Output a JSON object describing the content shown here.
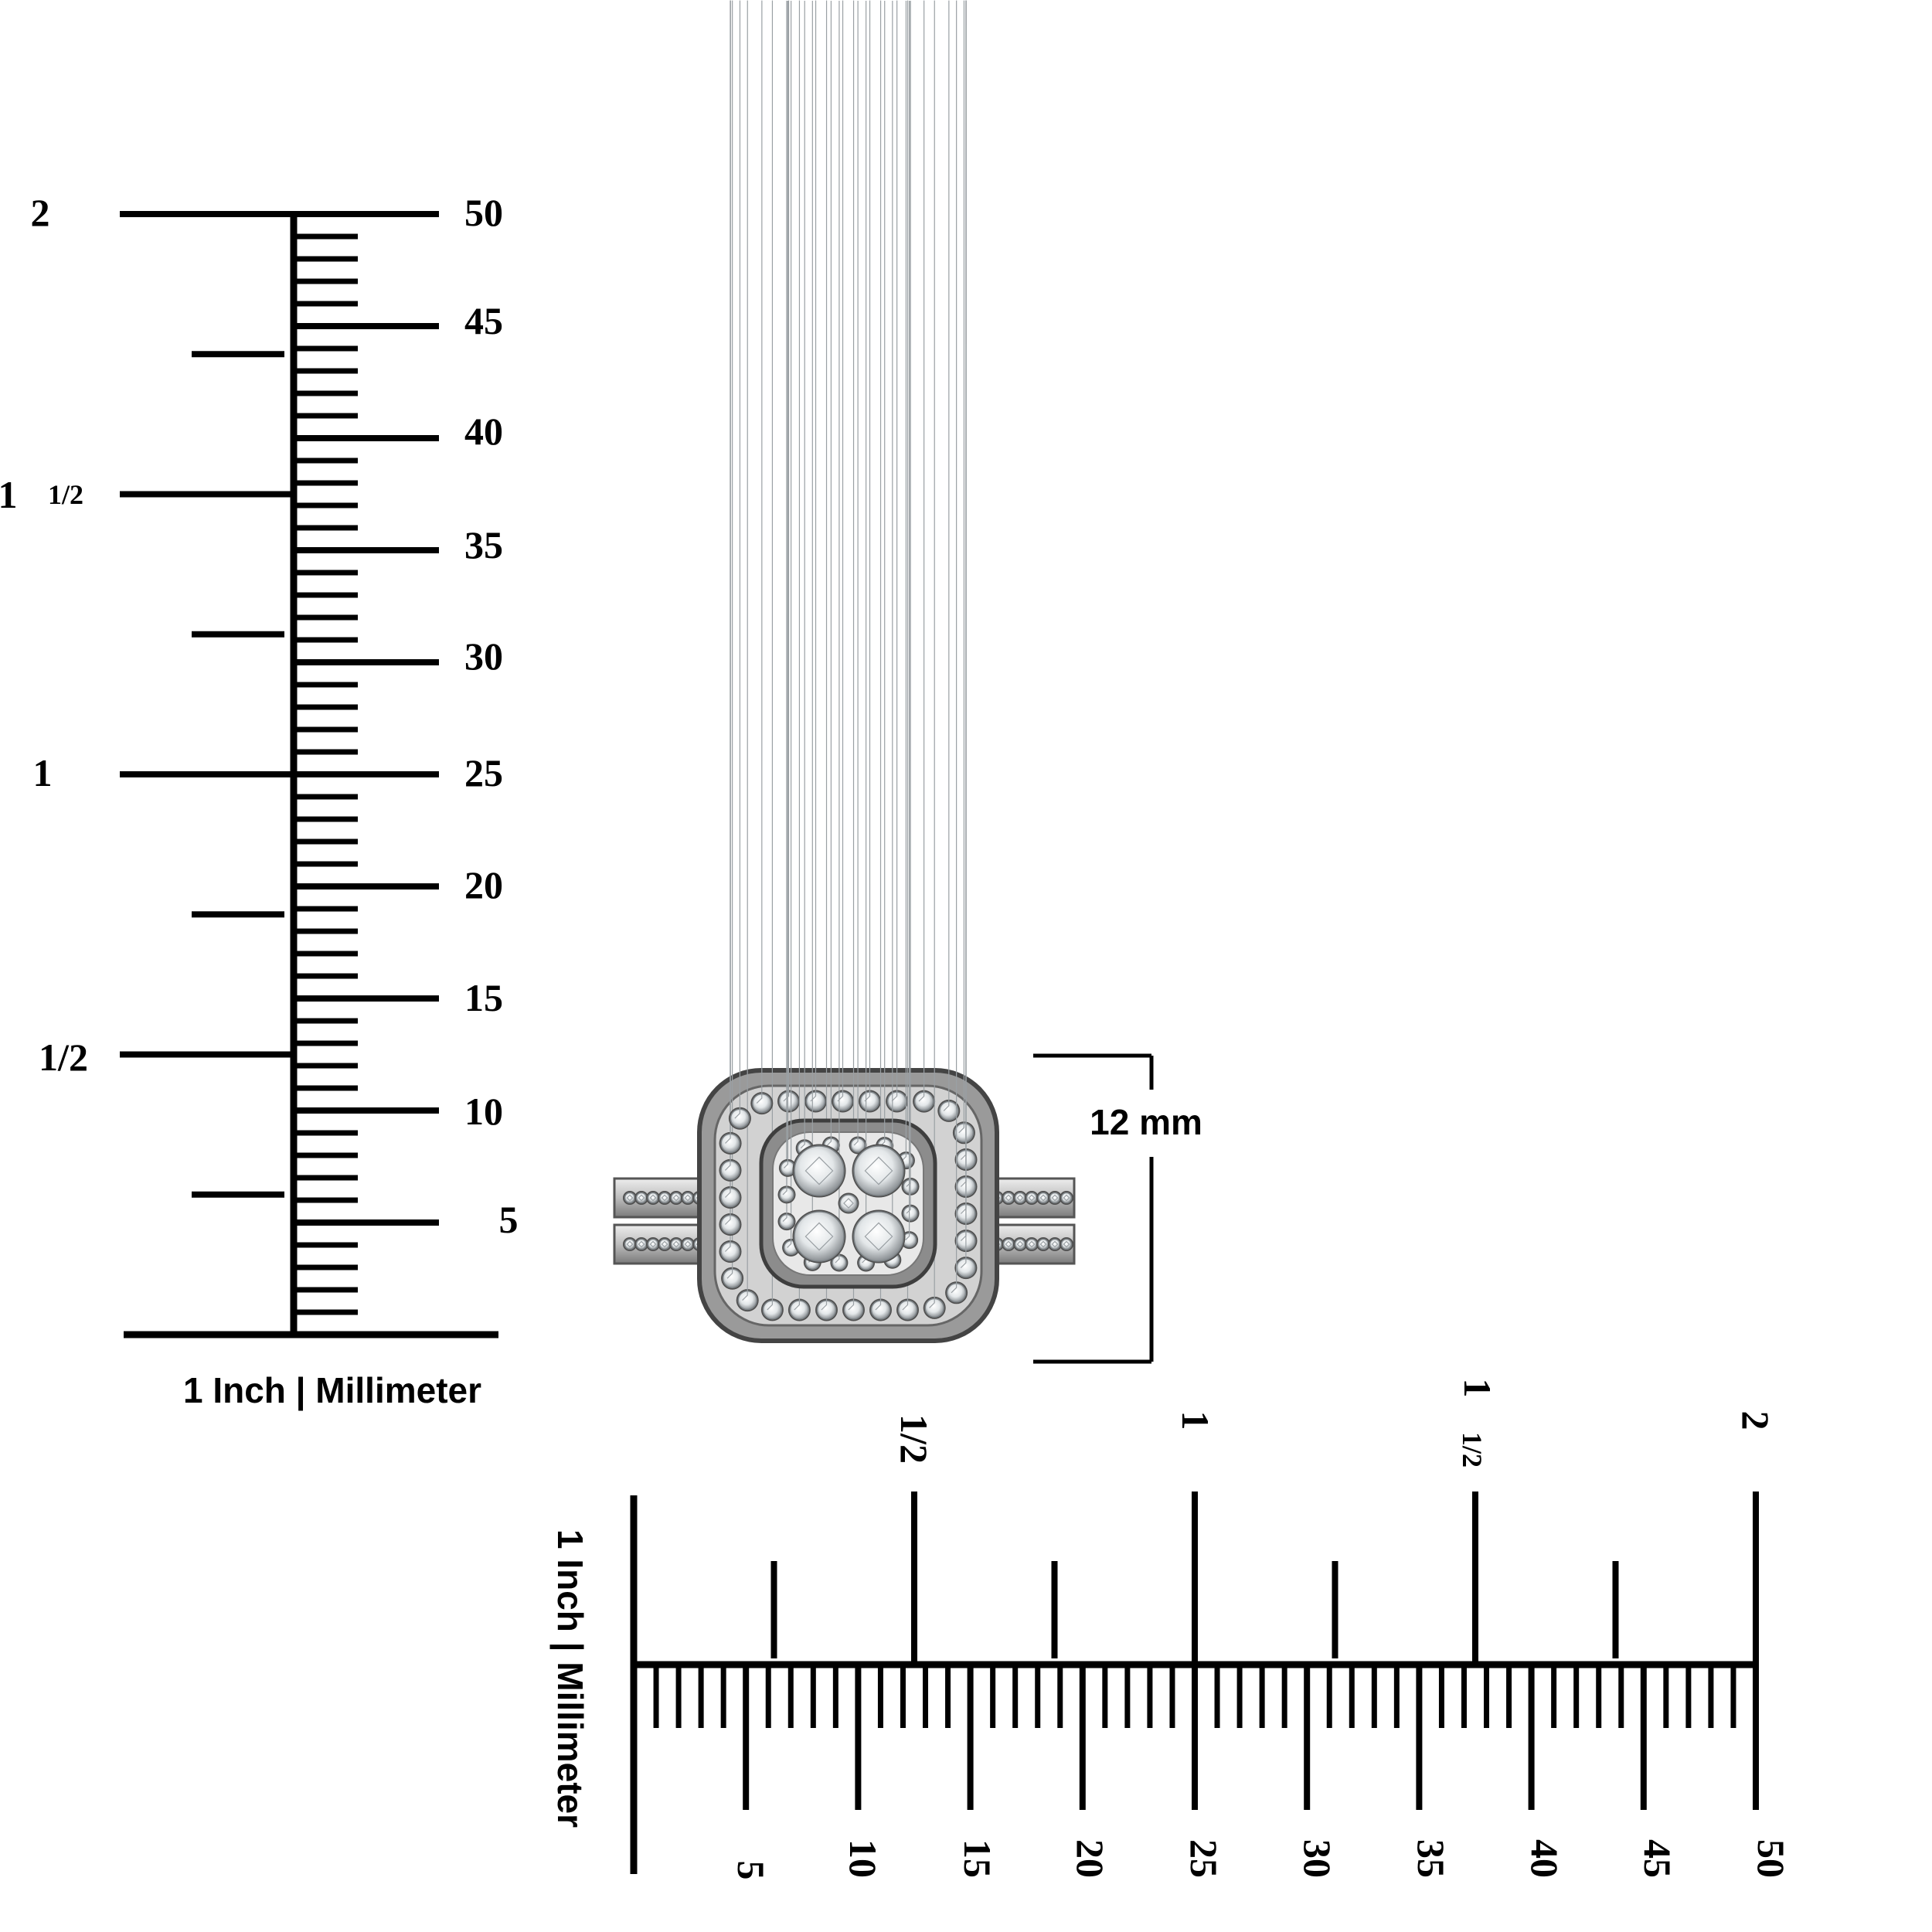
{
  "vertical_ruler": {
    "caption": "1 Inch | Millimeter",
    "mm_labels": [
      "5",
      "10",
      "15",
      "20",
      "25",
      "30",
      "35",
      "40",
      "45",
      "50"
    ],
    "inch_labels": {
      "half": "1/2",
      "one_whole": "1",
      "one_half_whole": "1",
      "one_half_fraction": "1/2",
      "two": "2"
    }
  },
  "horizontal_ruler": {
    "caption": "1 Inch | Millimeter",
    "mm_labels": [
      "5",
      "10",
      "15",
      "20",
      "25",
      "30",
      "35",
      "40",
      "45",
      "50"
    ],
    "inch_labels": {
      "half": "1/2",
      "one": "1",
      "one_half_whole": "1",
      "one_half_fraction": "1/2",
      "two": "2"
    }
  },
  "ring": {
    "dimension_label": "12 mm",
    "colors": {
      "metal": "#c9c9c9",
      "shadow": "#6e6e6e",
      "diamond": "#f4f6f7"
    }
  }
}
